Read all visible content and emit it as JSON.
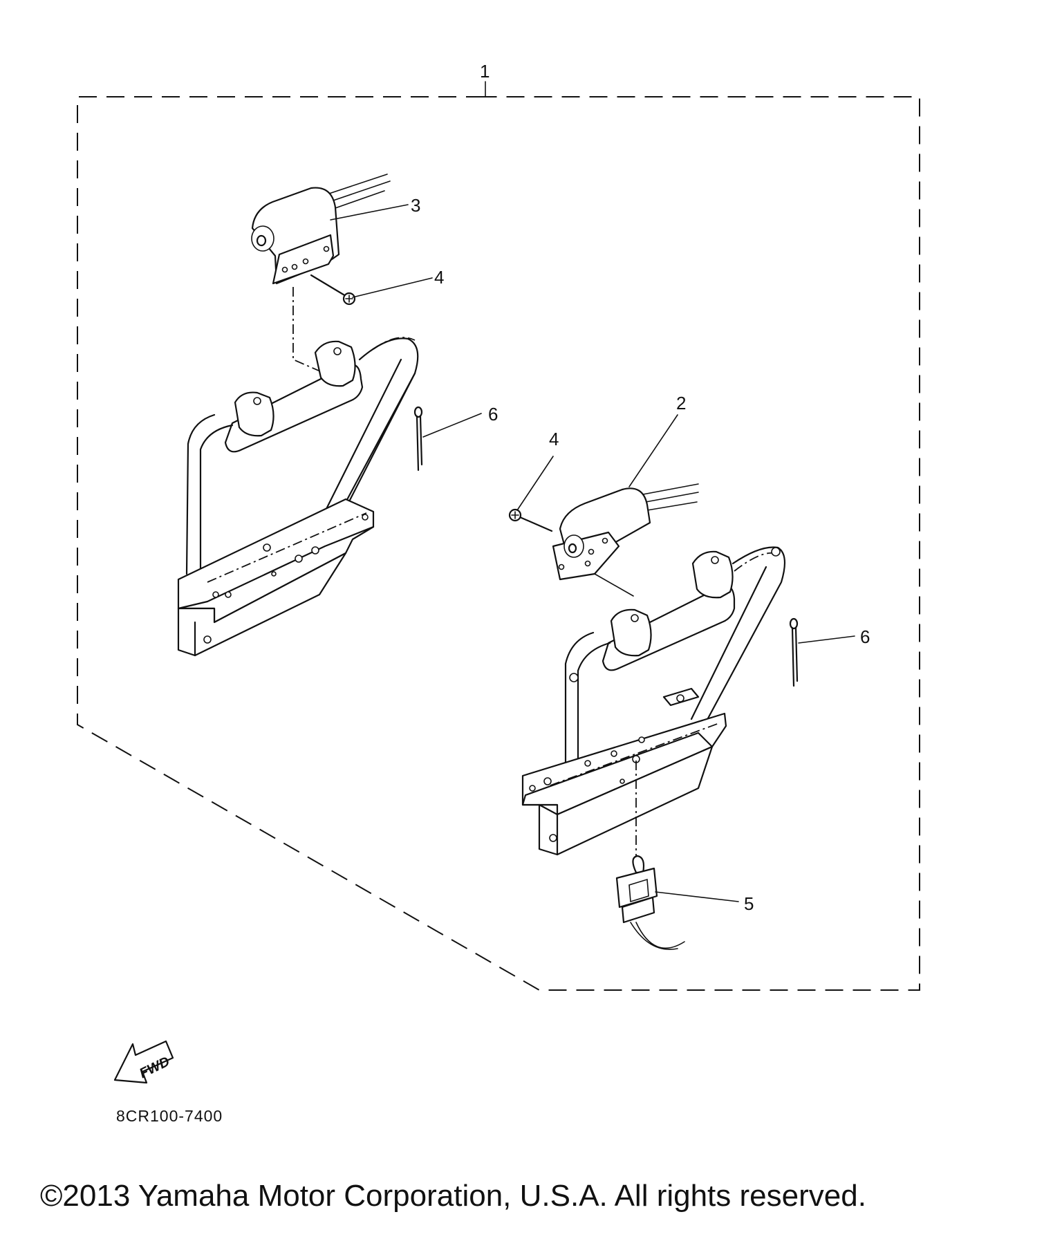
{
  "callouts": [
    {
      "id": "1",
      "label": "1"
    },
    {
      "id": "2",
      "label": "2"
    },
    {
      "id": "3",
      "label": "3"
    },
    {
      "id": "4a",
      "label": "4"
    },
    {
      "id": "4b",
      "label": "4"
    },
    {
      "id": "5",
      "label": "5"
    },
    {
      "id": "6a",
      "label": "6"
    },
    {
      "id": "6b",
      "label": "6"
    }
  ],
  "direction_badge": {
    "label": "FWD"
  },
  "diagram_code": "8CR100-7400",
  "copyright": "©2013 Yamaha Motor Corporation, U.S.A. All rights reserved."
}
